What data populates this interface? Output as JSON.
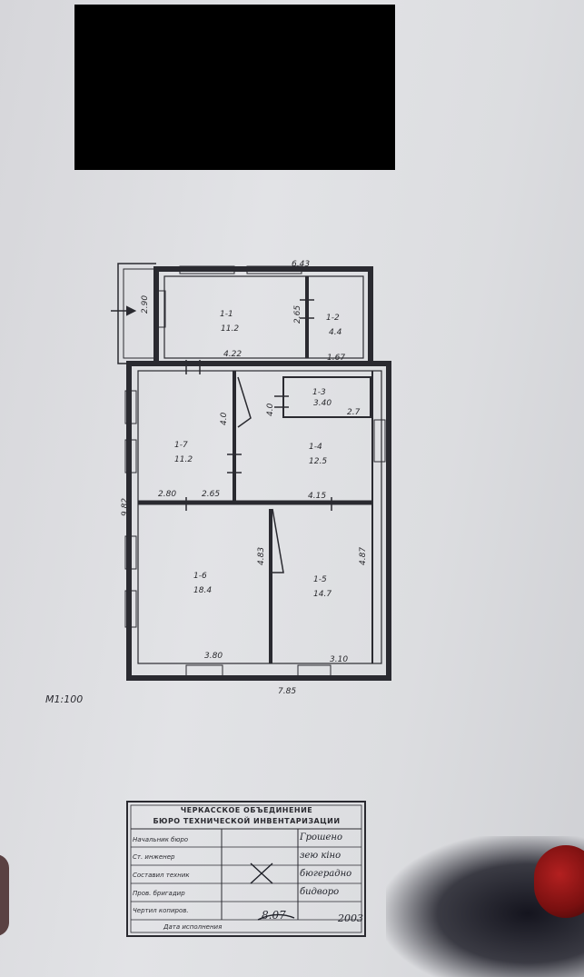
{
  "plan": {
    "scale": "М1:100",
    "outer": {
      "top_length": "6.43",
      "bottom_length": "7.85",
      "left_height": "9.82",
      "porch_depth": "2.90"
    },
    "rooms": [
      {
        "id": "1-1",
        "area": "11.2",
        "dim": "4.22"
      },
      {
        "id": "1-2",
        "area": "4.4",
        "dim": "1.67"
      },
      {
        "id": "1-3",
        "area": "3.40",
        "dim": "2.7"
      },
      {
        "id": "1-4",
        "area": "12.5",
        "dim": "4.15"
      },
      {
        "id": "1-5",
        "area": "14.7",
        "dim": "3.10"
      },
      {
        "id": "1-6",
        "area": "18.4",
        "dim": "3.80"
      },
      {
        "id": "1-7",
        "area": "11.2",
        "dim": "2.80"
      }
    ],
    "inner_dims": {
      "h_2_65": "2.65",
      "h_4_0_a": "4.0",
      "h_4_0_b": "4.0",
      "h_2_65_top": "2.65",
      "h_4_83": "4.83",
      "h_4_87": "4.87"
    }
  },
  "stamp": {
    "line1": "ЧЕРКАССКОЕ ОБЪЕДИНЕНИЕ",
    "line2": "БЮРО ТЕХНИЧЕСКОЙ ИНВЕНТАРИЗАЦИИ",
    "rows": [
      "Начальник бюро",
      "Ст. инженер",
      "Составил техник",
      "Пров. бригадир",
      "Чертил копиров.",
      "Дата исполнения"
    ],
    "handwriting": [
      "Грошено",
      "зею кіно",
      "бюгерадно",
      "бидворо"
    ],
    "date_day": "8.07",
    "date_year": "2003"
  },
  "colors": {
    "line": "#2a2a30",
    "paper": "#e0e1e4"
  }
}
